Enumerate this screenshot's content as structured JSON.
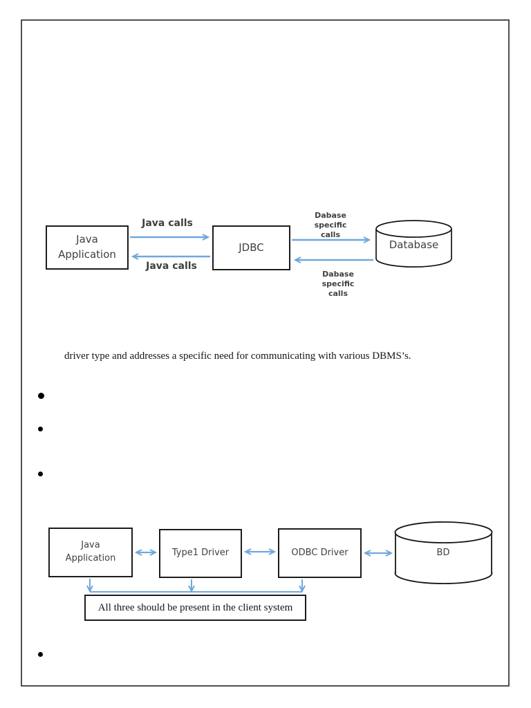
{
  "page": {
    "type": "document-page-with-diagrams",
    "border_color": "#4f4f4f",
    "background": "#ffffff"
  },
  "colors": {
    "arrow_blue": "#6fa8dc",
    "box_border": "#1c1c1c",
    "diagram_text": "#3f3f3f",
    "body_text": "#161616"
  },
  "diagram_jdbc": {
    "java_app_label": "Java\nApplication",
    "jdbc_label": "JDBC",
    "database_label": "Database",
    "java_calls_top": "Java calls",
    "java_calls_bottom": "Java calls",
    "db_calls_top": "Dabase specific\ncalls",
    "db_calls_bottom": "Dabase specific\ncalls"
  },
  "paragraph": "driver type and addresses a specific need for communicating with various DBMS’s.",
  "bullets": {
    "count": 4
  },
  "diagram_type1": {
    "java_app_label": "Java\nApplication",
    "type1_label": "Type1 Driver",
    "odbc_label": "ODBC Driver",
    "bd_label": "BD",
    "caption": "All three should be present in the client system"
  }
}
